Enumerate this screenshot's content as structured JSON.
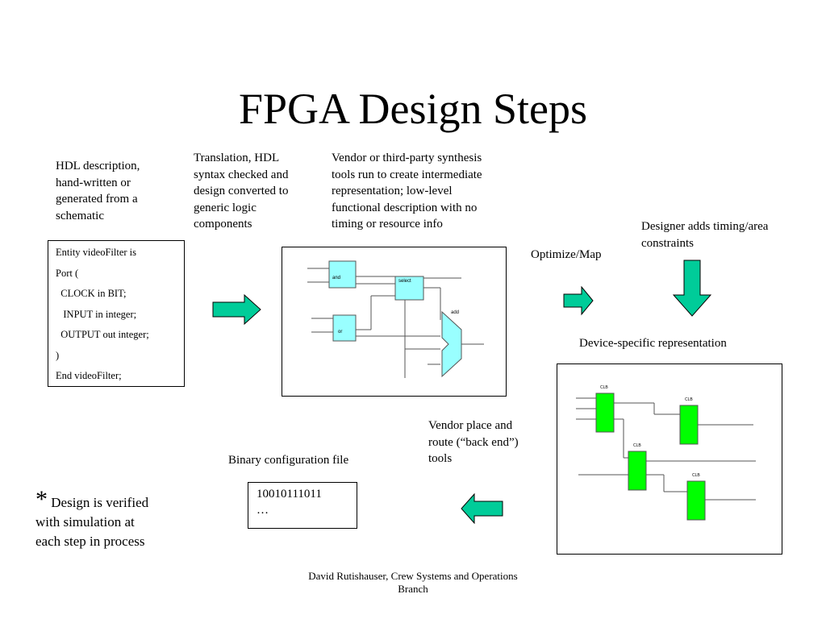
{
  "slide": {
    "title": "FPGA Design Steps",
    "hdl_caption": [
      "HDL description,",
      "hand-written or",
      "generated from a",
      "schematic"
    ],
    "translation_caption": [
      "Translation, HDL",
      "syntax checked and",
      "design converted to",
      "generic logic",
      "components"
    ],
    "synthesis_caption": [
      "Vendor or third-party synthesis",
      "tools run to create intermediate",
      "representation; low-level",
      "functional description with no",
      "timing or resource info"
    ],
    "optimize_label": "Optimize/Map",
    "constraints_caption": [
      "Designer adds timing/area",
      "constraints"
    ],
    "device_caption": "Device-specific representation",
    "place_route_caption": [
      "Vendor place and",
      "route (“back end”)",
      "tools"
    ],
    "binary_caption": "Binary configuration file",
    "binary_lines": [
      "10010111011",
      "…"
    ],
    "verify_star": "*",
    "verify_text_1": " Design is verified",
    "verify_text_2": [
      "with simulation at",
      "each step in process"
    ],
    "footer": [
      "David Rutishauser, Crew Systems and Operations",
      "Branch"
    ]
  },
  "hdl_code": [
    "Entity videoFilter is",
    "Port (",
    "  CLOCK in BIT;",
    "   INPUT in integer;",
    "  OUTPUT out integer;",
    ")",
    "End videoFilter;"
  ],
  "gate_labels": {
    "and": "and",
    "select": "select",
    "or": "or",
    "add": "add"
  },
  "clb_label": "CLB",
  "colors": {
    "arrow_fill": "#00cc99",
    "gate_fill": "#99ffff",
    "clb_fill": "#00ff00"
  }
}
